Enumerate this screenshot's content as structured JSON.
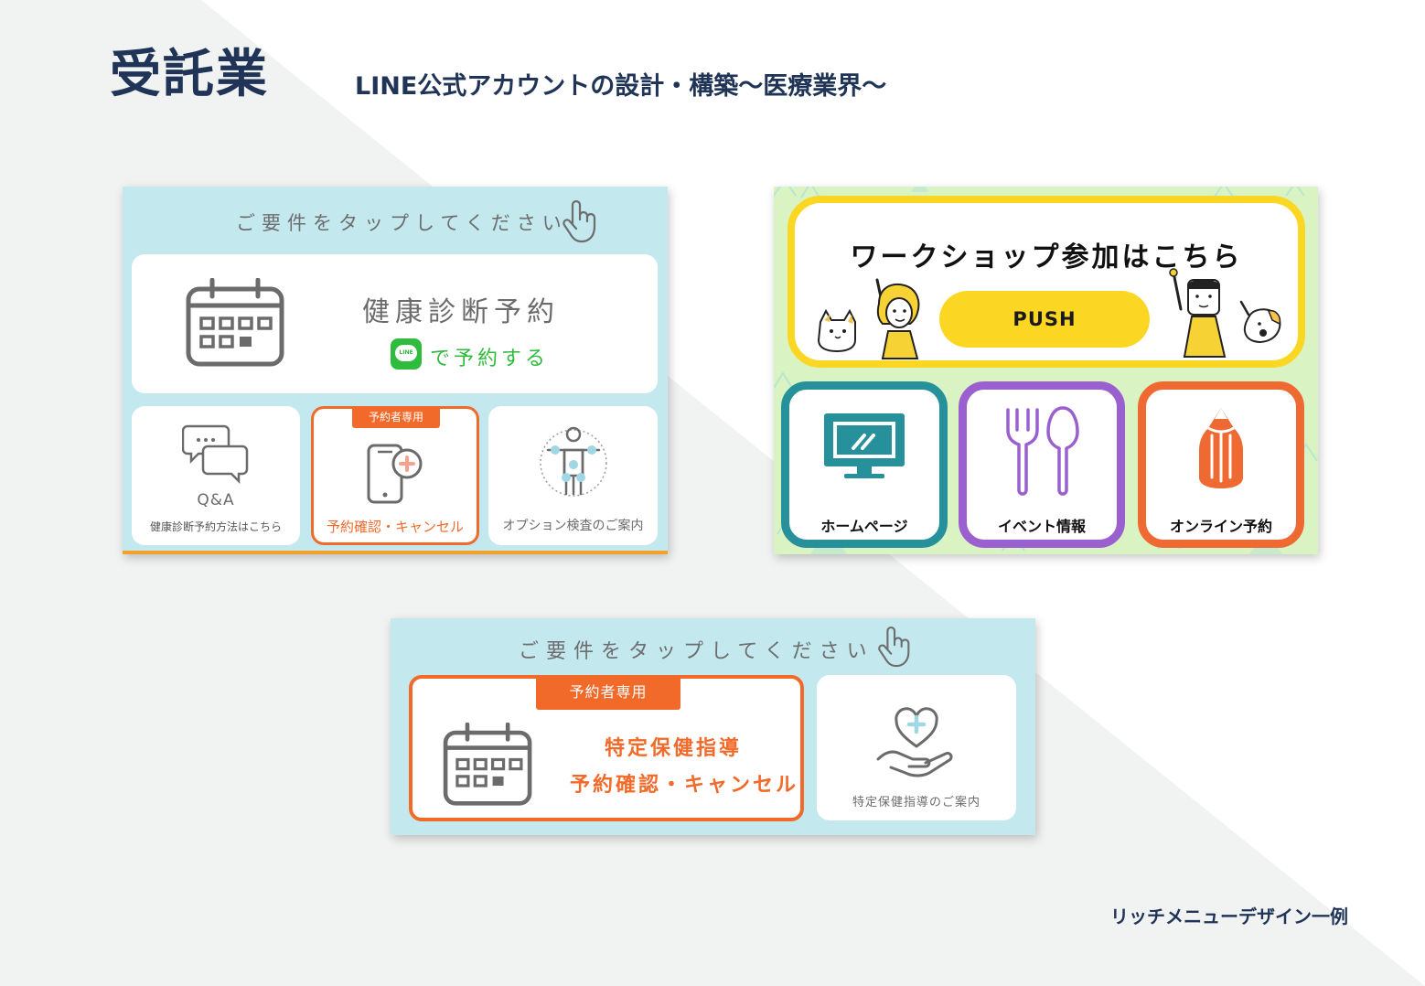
{
  "header": {
    "title": "受託業",
    "subtitle": "LINE公式アカウントの設計・構築〜医療業界〜"
  },
  "caption": "リッチメニューデザイン一例",
  "colors": {
    "navy": "#1f3457",
    "light_blue": "#c3e8ee",
    "orange": "#f26a2a",
    "line_green": "#2fbb3e",
    "yellow": "#fbd723",
    "teal": "#26919a",
    "purple": "#9b60cf",
    "pale_green": "#d9f3c2"
  },
  "menu1": {
    "prompt": "ご要件をタップしてください",
    "main": {
      "title": "健康診断予約",
      "line_badge": "LINE",
      "cta": "で予約する"
    },
    "items": [
      {
        "icon": "chat-bubbles-icon",
        "title": "Q&A",
        "label": "健康診断予約方法はこちら"
      },
      {
        "icon": "smartphone-plus-icon",
        "tag": "予約者専用",
        "label": "予約確認・キャンセル"
      },
      {
        "icon": "body-joints-icon",
        "label": "オプション検査のご案内"
      }
    ]
  },
  "menu2": {
    "title": "ワークショップ参加はこちら",
    "button": "PUSH",
    "tiles": [
      {
        "icon": "monitor-icon",
        "label": "ホームページ"
      },
      {
        "icon": "fork-spoon-icon",
        "label": "イベント情報"
      },
      {
        "icon": "pencil-icon",
        "label": "オンライン予約"
      }
    ]
  },
  "menu3": {
    "prompt": "ご要件をタップしてください",
    "main": {
      "tag": "予約者専用",
      "line1": "特定保健指導",
      "line2": "予約確認・キャンセル"
    },
    "side": {
      "icon": "heart-hand-icon",
      "label": "特定保健指導のご案内"
    }
  }
}
